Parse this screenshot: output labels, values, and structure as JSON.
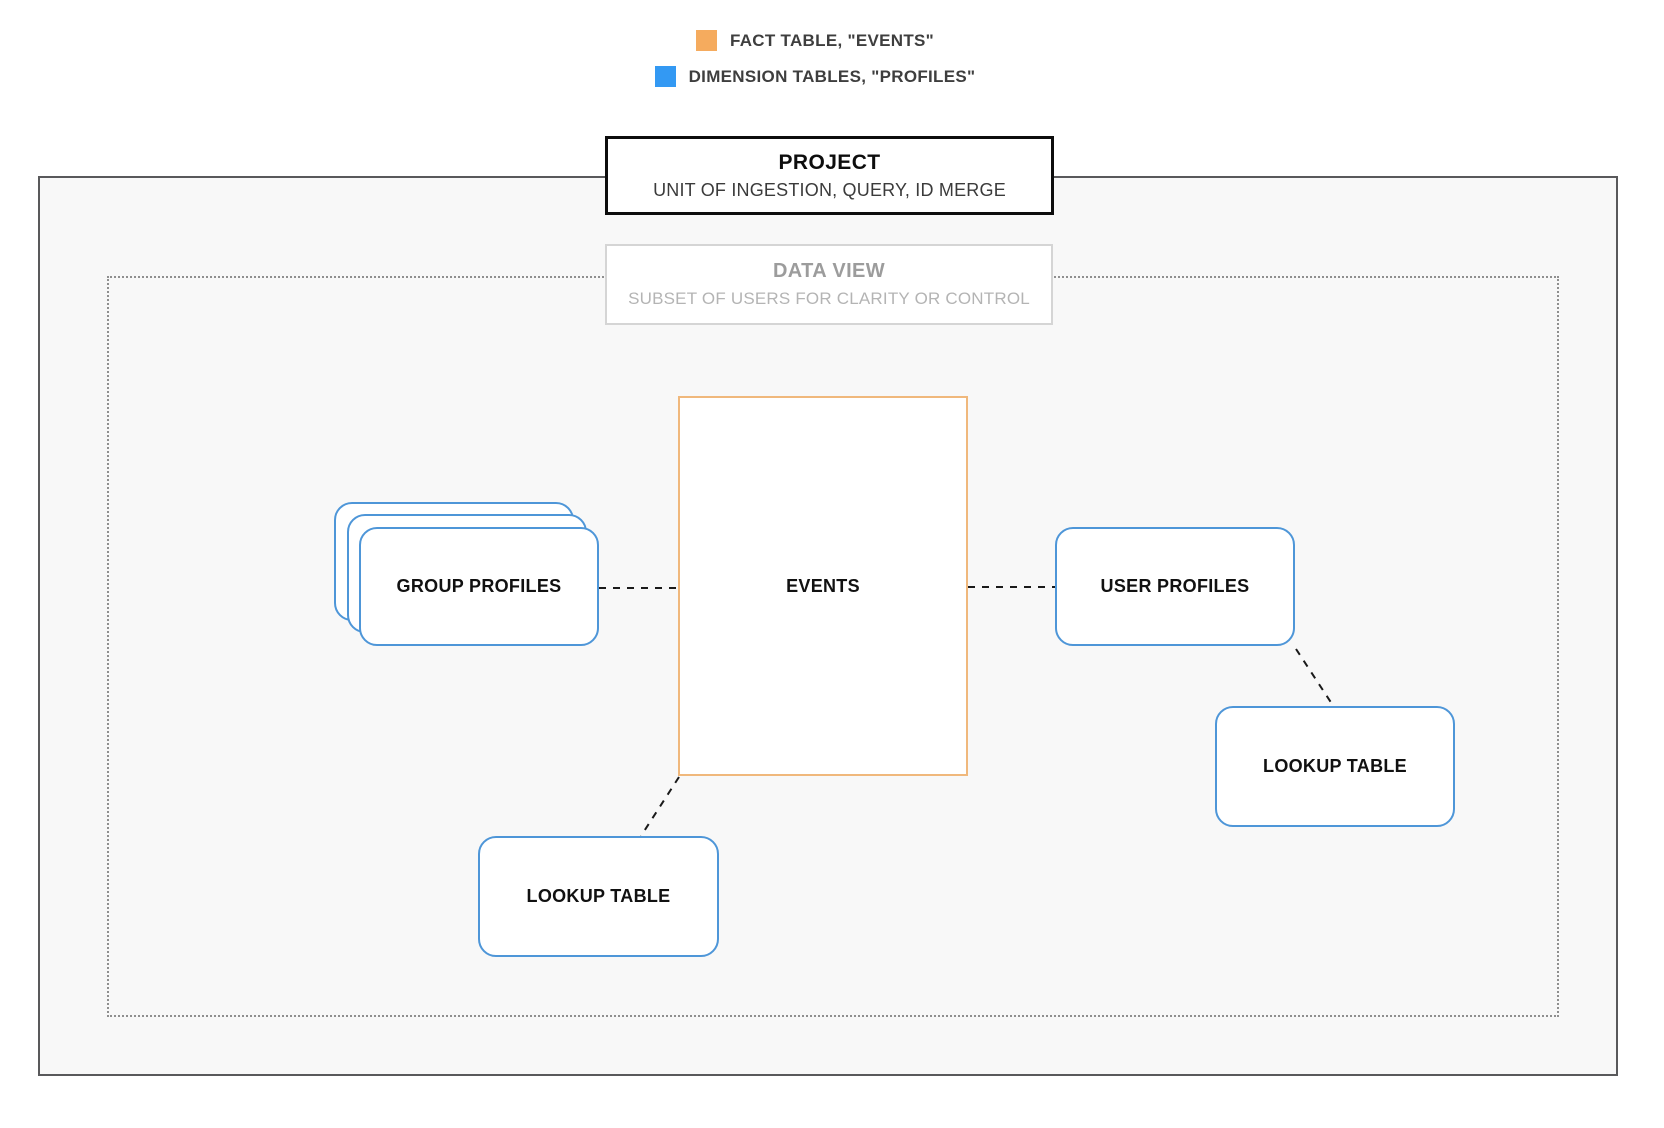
{
  "legend": {
    "items": [
      {
        "name": "fact-table",
        "label": "FACT TABLE, \"EVENTS\"",
        "color": "#f5ab5e"
      },
      {
        "name": "dimension-tables",
        "label": "DIMENSION TABLES, \"PROFILES\"",
        "color": "#3399f3"
      }
    ]
  },
  "project": {
    "title": "PROJECT",
    "subtitle": "UNIT OF INGESTION, QUERY, ID MERGE"
  },
  "data_view": {
    "title": "DATA VIEW",
    "subtitle": "SUBSET OF USERS FOR CLARITY OR CONTROL"
  },
  "nodes": {
    "events": {
      "label": "EVENTS",
      "type": "fact"
    },
    "group_profiles": {
      "label": "GROUP PROFILES",
      "type": "dimension",
      "stacked": true
    },
    "user_profiles": {
      "label": "USER PROFILES",
      "type": "dimension"
    },
    "lookup_table_left": {
      "label": "LOOKUP TABLE",
      "type": "dimension"
    },
    "lookup_table_right": {
      "label": "LOOKUP TABLE",
      "type": "dimension"
    }
  },
  "connections": [
    {
      "from": "group_profiles",
      "to": "events",
      "style": "dashed"
    },
    {
      "from": "events",
      "to": "user_profiles",
      "style": "dashed"
    },
    {
      "from": "user_profiles",
      "to": "lookup_table_right",
      "style": "dashed"
    },
    {
      "from": "events",
      "to": "lookup_table_left",
      "style": "dashed"
    }
  ],
  "colors": {
    "fact_orange_swatch": "#f5ab5e",
    "fact_orange_border": "#f0b87c",
    "dimension_blue_swatch": "#3399f3",
    "dimension_blue_border": "#4e96d8",
    "outer_border": "#59595b",
    "dotted_border": "#8f8f8f",
    "connector": "#1a1a1a"
  }
}
